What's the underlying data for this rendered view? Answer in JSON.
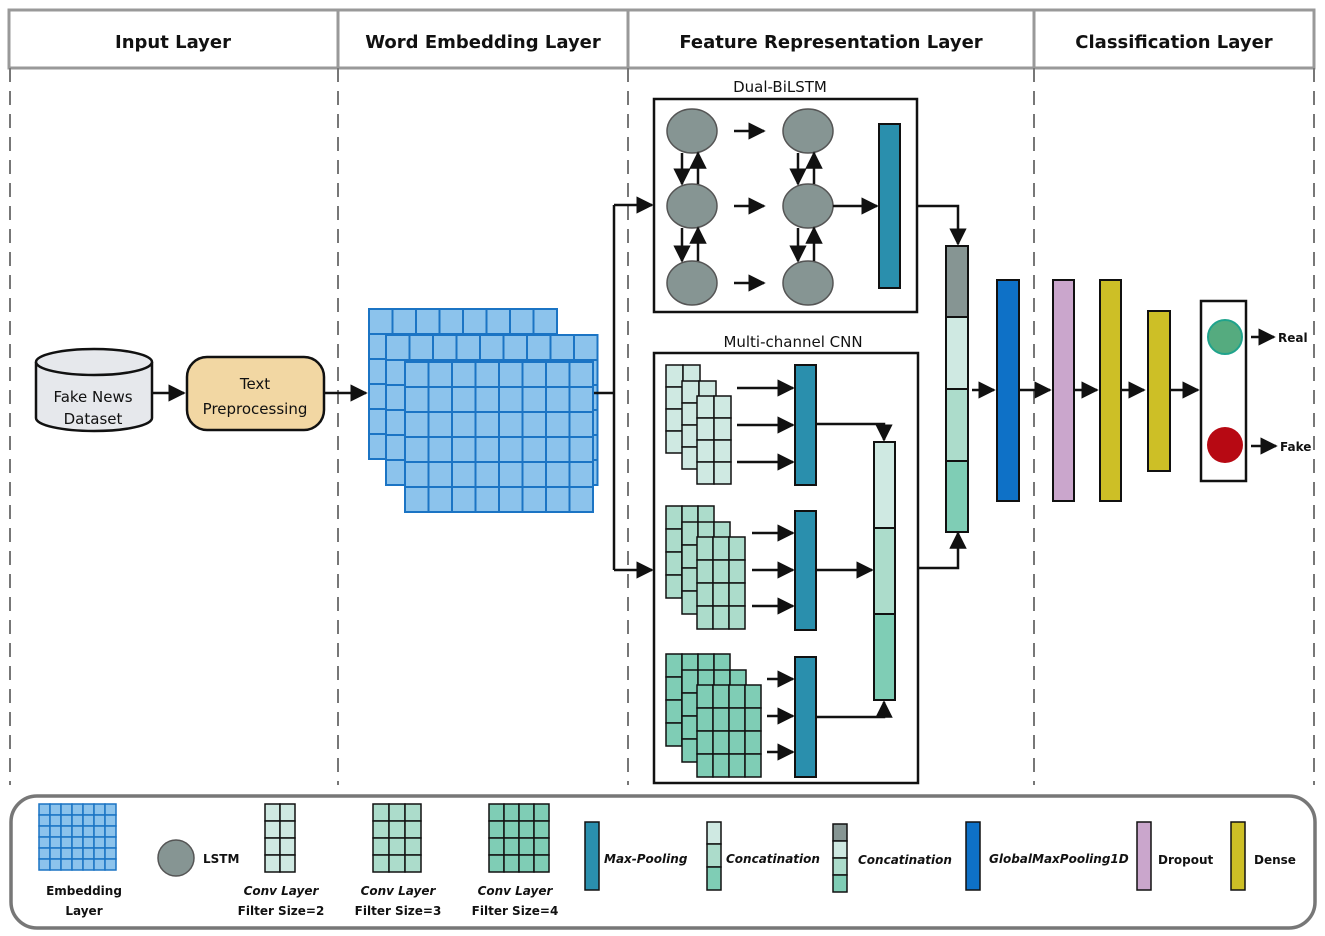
{
  "columns": [
    {
      "label": "Input Layer"
    },
    {
      "label": "Word Embedding Layer"
    },
    {
      "label": "Feature Representation Layer"
    },
    {
      "label": "Classification Layer"
    }
  ],
  "input": {
    "dataset_line1": "Fake News",
    "dataset_line2": "Dataset",
    "preprocess_line1": "Text",
    "preprocess_line2": "Preprocessing"
  },
  "feature": {
    "bilstm_title": "Dual-BiLSTM",
    "cnn_title": "Multi-channel CNN"
  },
  "output": {
    "real_label": "Real",
    "fake_label": "Fake"
  },
  "legend": {
    "embedding_line1": "Embedding",
    "embedding_line2": "Layer",
    "lstm": "LSTM",
    "conv2_line1": "Conv Layer",
    "conv2_line2": "Filter Size=2",
    "conv3_line1": "Conv Layer",
    "conv3_line2": "Filter Size=3",
    "conv4_line1": "Conv Layer",
    "conv4_line2": "Filter Size=4",
    "maxpool": "Max-Pooling",
    "concat1": "Concatination",
    "concat2": "Concatination",
    "gmp": "GlobalMaxPooling1D",
    "dropout": "Dropout",
    "dense": "Dense"
  },
  "colors": {
    "embedding": "#8cc3ec",
    "embedding_stroke": "#1b74c4",
    "lstm": "#869593",
    "conv2": "#cfe9e2",
    "conv3": "#acdccb",
    "conv4": "#7fcdb5",
    "maxpool": "#2a8fad",
    "gmp": "#0e71c7",
    "dropout": "#caa6cc",
    "dense": "#cdbf26",
    "real": "#55ab7f",
    "fake": "#b70913",
    "preprocess": "#f2d7a3",
    "dataset": "#e6e8ec"
  }
}
